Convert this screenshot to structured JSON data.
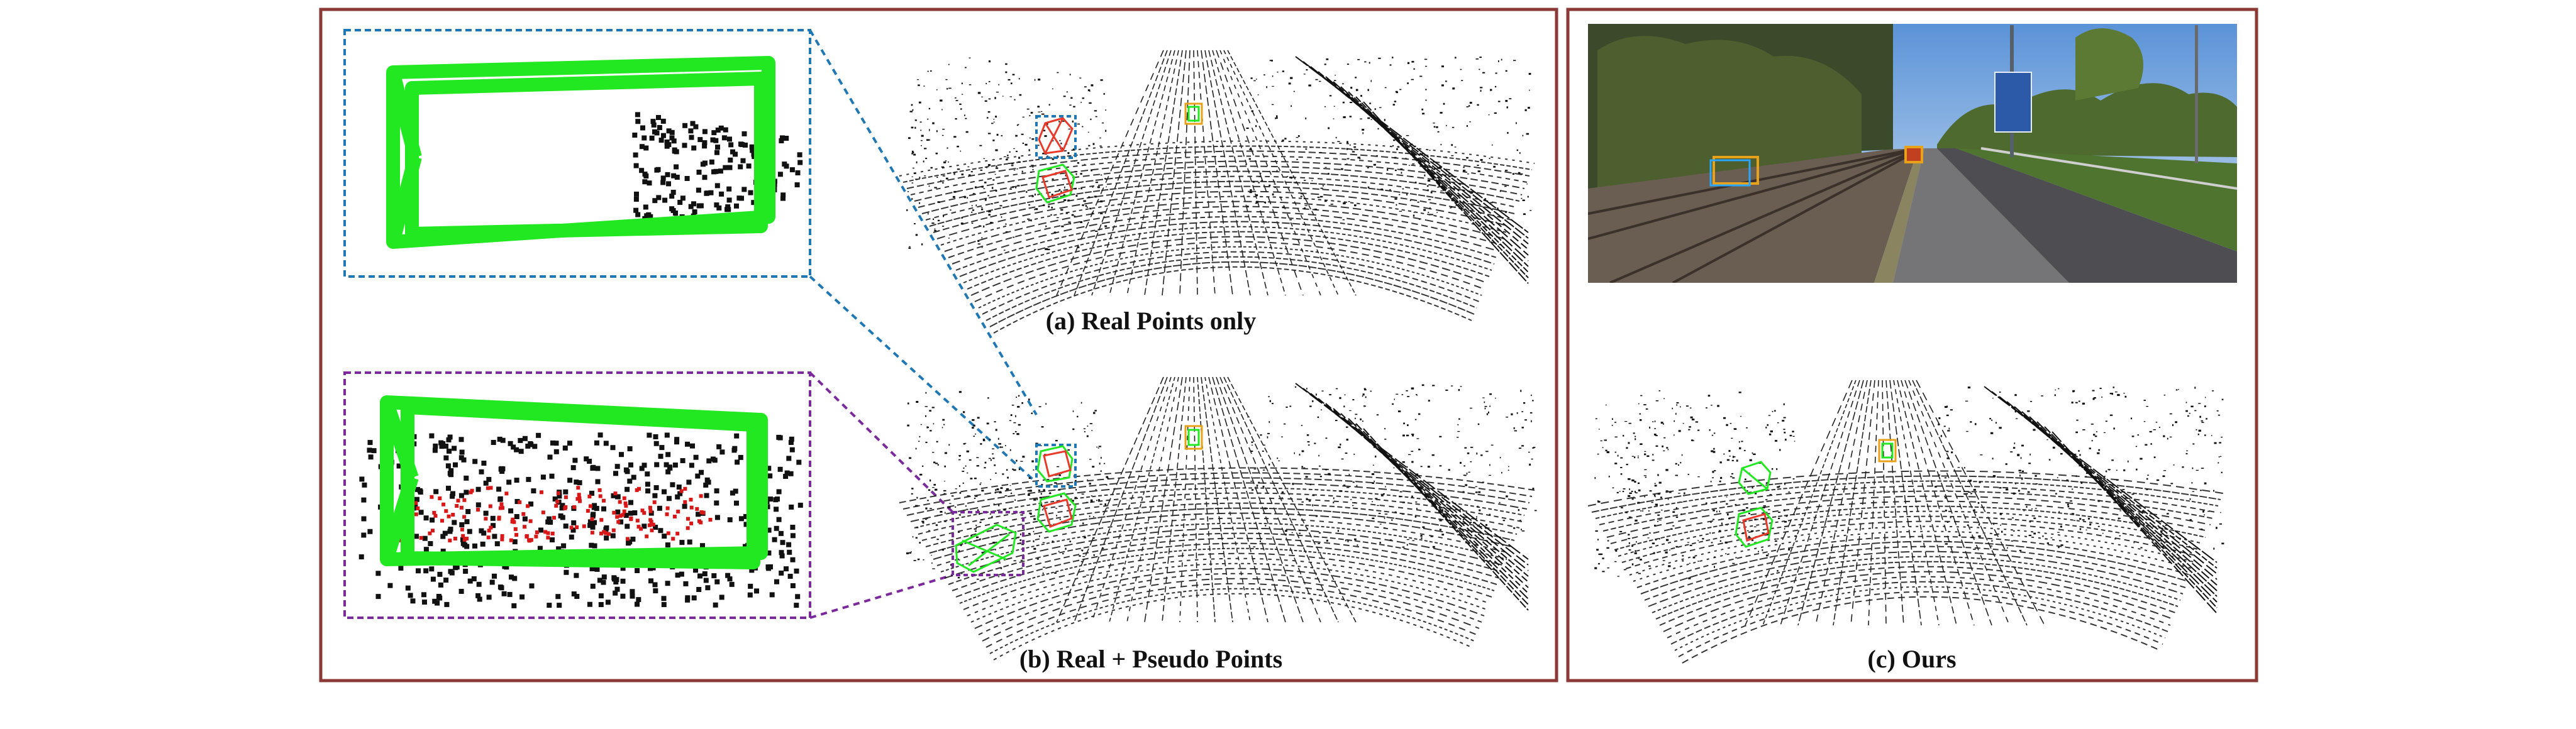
{
  "figure": {
    "panels": [
      {
        "id": "a",
        "caption": "(a) Real Points only"
      },
      {
        "id": "b",
        "caption": "(b) Real + Pseudo Points"
      },
      {
        "id": "c",
        "caption": "(c) Ours"
      }
    ]
  },
  "colors": {
    "frame": "#8b3a36",
    "box_green": "#22e822",
    "box_red": "#e83a2a",
    "box_orange": "#e8a21a",
    "zoom_blue": "#1f77b4",
    "zoom_purple": "#7b2a9c",
    "points_black": "#111111",
    "points_red": "#d81818"
  }
}
